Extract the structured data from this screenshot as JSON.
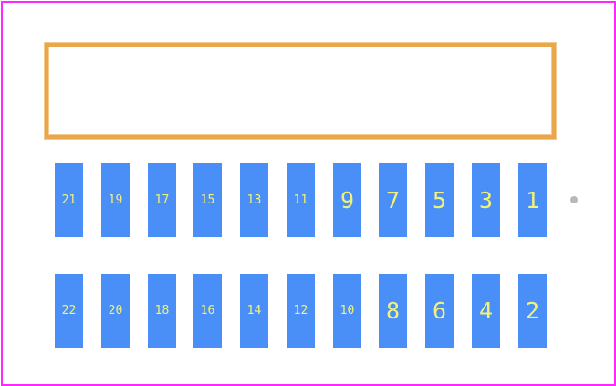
{
  "colors": {
    "board_outline": "#ff26ff",
    "component_body": "#e8a74b",
    "pad_fill": "#4a8ef7",
    "pad_label": "#f2f27a",
    "pin1_marker": "#b8b8b8"
  },
  "pads": {
    "top_row": [
      "21",
      "19",
      "17",
      "15",
      "13",
      "11",
      "9",
      "7",
      "5",
      "3",
      "1"
    ],
    "bottom_row": [
      "22",
      "20",
      "18",
      "16",
      "14",
      "12",
      "10",
      "8",
      "6",
      "4",
      "2"
    ]
  }
}
